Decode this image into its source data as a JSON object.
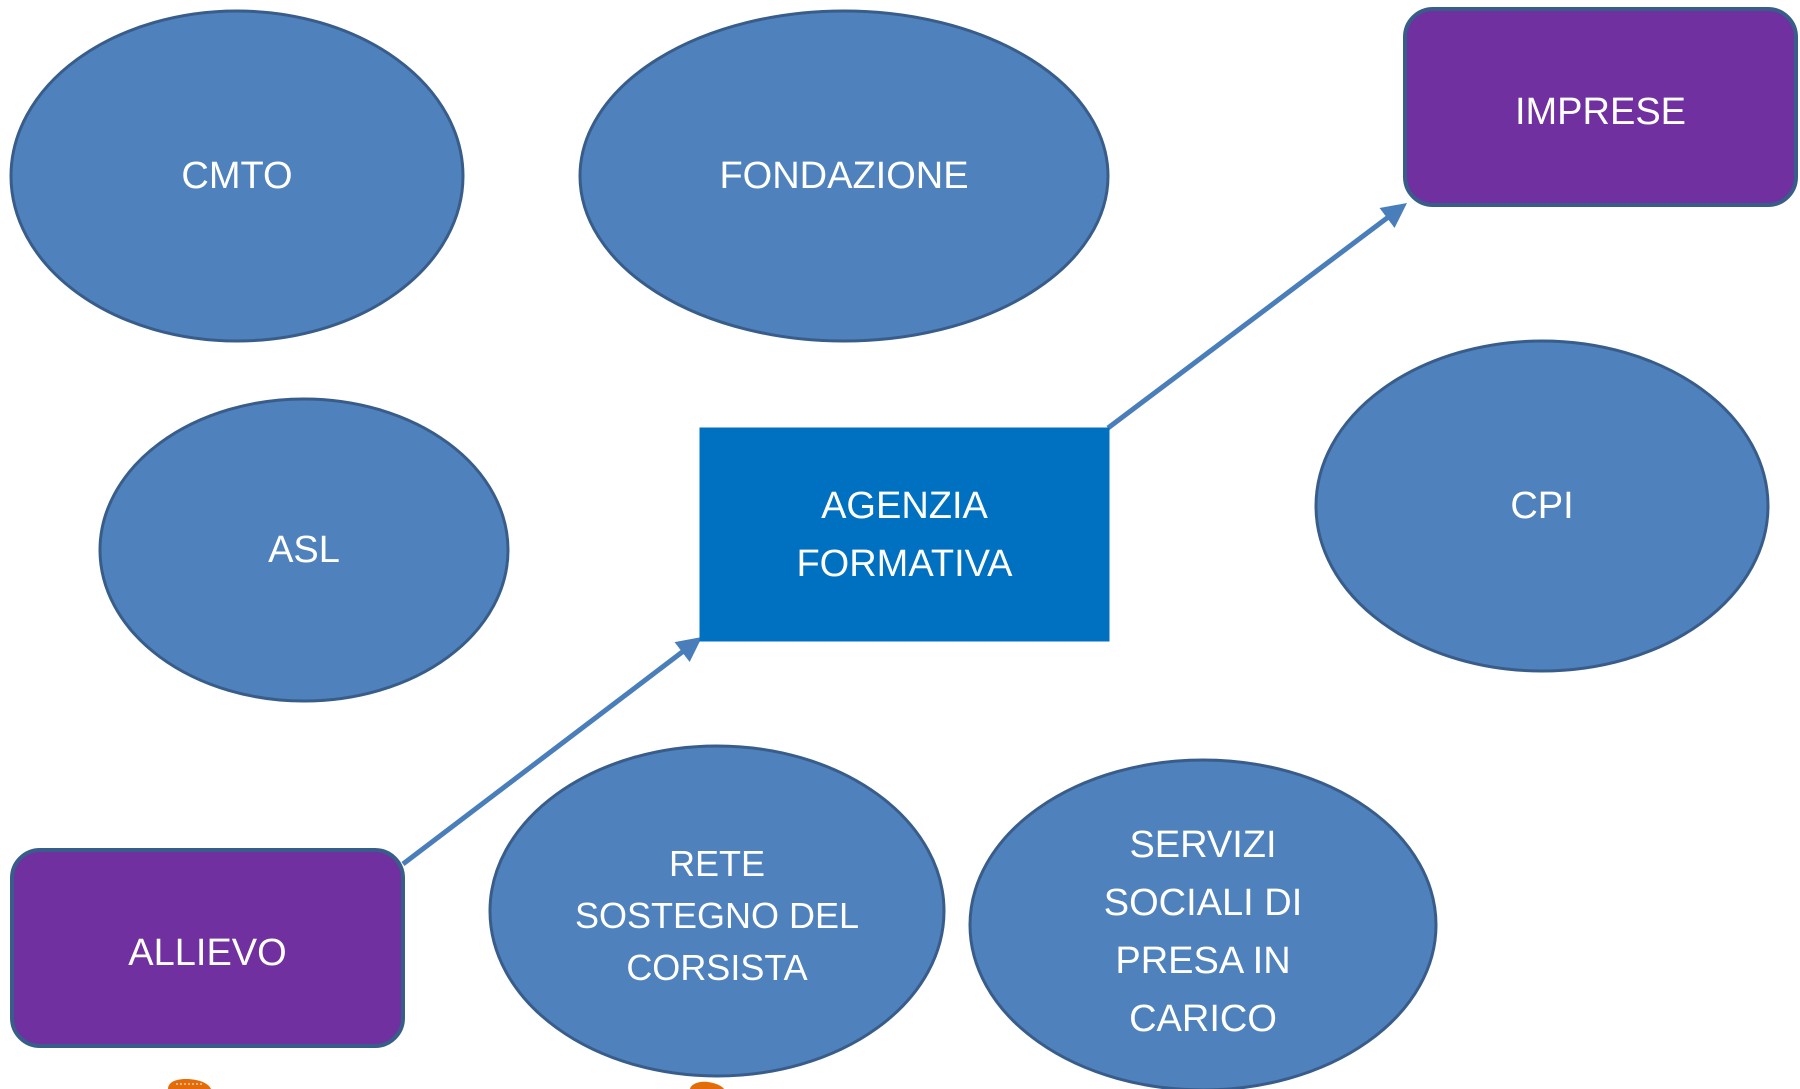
{
  "diagram": {
    "nodes": {
      "cmto": "CMTO",
      "fondazione": "FONDAZIONE",
      "imprese": "IMPRESE",
      "asl": "ASL",
      "agenzia": "AGENZIA\nFORMATIVA",
      "cpi": "CPI",
      "allievo": "ALLIEVO",
      "rete": "RETE\nSOSTEGNO DEL\nCORSISTA",
      "servizi": "SERVIZI\nSOCIALI DI\nPRESA IN\nCARICO"
    },
    "connections": [
      {
        "from": "allievo",
        "to": "agenzia"
      },
      {
        "from": "agenzia",
        "to": "imprese"
      }
    ]
  },
  "colors": {
    "ellipse_fill": "#4F81BD",
    "ellipse_stroke": "#385D8A",
    "center_fill": "#0070C0",
    "purple_fill": "#7030A0",
    "arrow": "#4A7EBB",
    "text": "#FFFFFF",
    "decor": "#E36C09"
  }
}
